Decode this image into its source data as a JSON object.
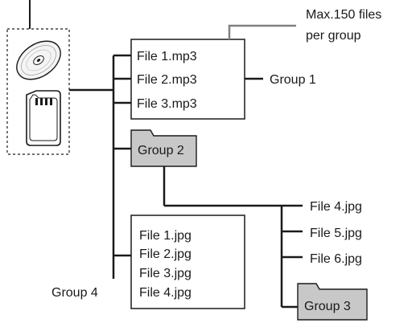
{
  "max_note": {
    "line1": "Max.150 files",
    "line2": "per group"
  },
  "media": {
    "disc_icon": "disc-icon",
    "sd_card_icon": "sd-card-icon"
  },
  "group1": {
    "label": "Group 1",
    "files": [
      "File 1.mp3",
      "File 2.mp3",
      "File 3.mp3"
    ]
  },
  "group2": {
    "label": "Group 2",
    "icon": "folder-icon",
    "files": [
      "File 4.jpg",
      "File 5.jpg",
      "File 6.jpg"
    ]
  },
  "group3": {
    "label": "Group 3",
    "icon": "folder-icon"
  },
  "group4": {
    "label": "Group 4",
    "files": [
      "File 1.jpg",
      "File 2.jpg",
      "File 3.jpg",
      "File 4.jpg"
    ]
  },
  "colors": {
    "line": "#1a1a1a",
    "folder_fill": "#c8c8c8",
    "note_line": "#808080"
  }
}
